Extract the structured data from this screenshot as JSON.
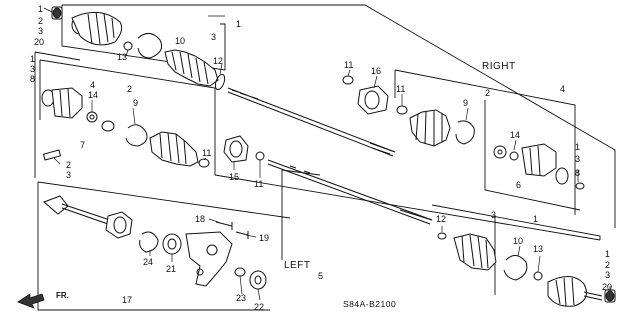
{
  "diagram": {
    "section_labels": {
      "right": "RIGHT",
      "left": "LEFT"
    },
    "diagram_code": "S84A-B2100",
    "front_indicator": "FR.",
    "callouts": {
      "c1_tl": "1",
      "c2_tl": "2",
      "c3_tl": "3",
      "c20_tl": "20",
      "c1_top": "1",
      "c3_top": "3",
      "c10_top": "10",
      "c13_top": "13",
      "c12_top": "12",
      "c1_l2": "1",
      "c3_l2": "3",
      "c8_l2": "8",
      "c14_left": "14",
      "c4_left": "4",
      "c2_mid": "2",
      "c9_mid": "9",
      "c7_mid": "7",
      "c2_clip": "2",
      "c3_clip": "3",
      "c11_mid": "11",
      "c15_mid": "15",
      "c11_mid2": "11",
      "c11_r1": "11",
      "c16_r": "16",
      "c11_r2": "11",
      "c2_r": "2",
      "c4_r": "4",
      "c9_r": "9",
      "c14_r": "14",
      "c6_r": "6",
      "c1_r": "1",
      "c3_r": "3",
      "c8_r": "8",
      "c18": "18",
      "c19": "19",
      "c12_bot": "12",
      "c3_bot": "3",
      "c1_bot": "1",
      "c10_bot": "10",
      "c13_bot": "13",
      "c24": "24",
      "c21": "21",
      "c23": "23",
      "c22": "22",
      "c17": "17",
      "c5": "5",
      "c1_br": "1",
      "c2_br": "2",
      "c3_br": "3",
      "c20_br": "20"
    }
  }
}
